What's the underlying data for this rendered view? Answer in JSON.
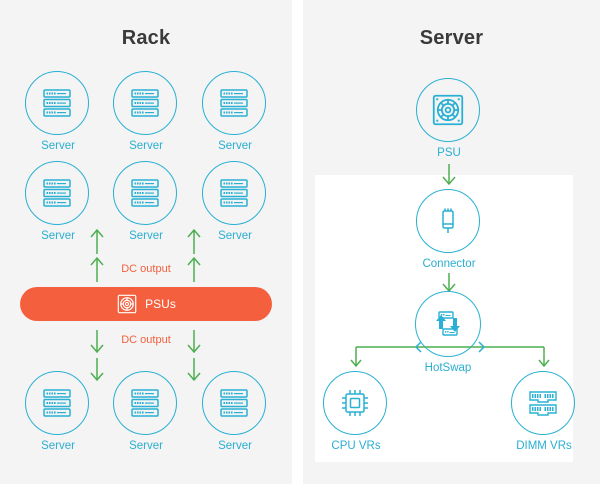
{
  "colors": {
    "panel_bg": "#f4f4f4",
    "card_bg": "#ffffff",
    "teal": "#2ab0d4",
    "teal_text": "#2aaed1",
    "orange": "#f4603e",
    "green_arrow": "#4caf50",
    "title_text": "#3a3a3c"
  },
  "panels": [
    {
      "id": "rack",
      "title": "Rack",
      "rows": [
        {
          "id": "rack-row-top",
          "nodes": [
            {
              "label": "Server",
              "icon": "server-rack-icon"
            },
            {
              "label": "Server",
              "icon": "server-rack-icon"
            },
            {
              "label": "Server",
              "icon": "server-rack-icon"
            }
          ]
        },
        {
          "id": "rack-row-middle",
          "nodes": [
            {
              "label": "Server",
              "icon": "server-rack-icon"
            },
            {
              "label": "Server",
              "icon": "server-rack-icon"
            },
            {
              "label": "Server",
              "icon": "server-rack-icon"
            }
          ]
        },
        {
          "id": "rack-row-bottom",
          "nodes": [
            {
              "label": "Server",
              "icon": "server-rack-icon"
            },
            {
              "label": "Server",
              "icon": "server-rack-icon"
            },
            {
              "label": "Server",
              "icon": "server-rack-icon"
            }
          ]
        }
      ],
      "psu_bar": {
        "label": "PSUs",
        "icon": "psu-fan-icon"
      },
      "flow_labels": {
        "up": "DC output",
        "down": "DC output"
      }
    },
    {
      "id": "server",
      "title": "Server",
      "nodes": [
        {
          "key": "psu",
          "label": "PSU",
          "icon": "psu-fan-icon"
        },
        {
          "key": "connector",
          "label": "Connector",
          "icon": "connector-plug-icon"
        },
        {
          "key": "hotswap",
          "label": "HotSwap",
          "icon": "hotswap-arrows-icon"
        },
        {
          "key": "cpu_vrs",
          "label": "CPU VRs",
          "icon": "cpu-chip-icon"
        },
        {
          "key": "dimm_vrs",
          "label": "DIMM VRs",
          "icon": "dimm-memory-icon"
        }
      ]
    }
  ]
}
